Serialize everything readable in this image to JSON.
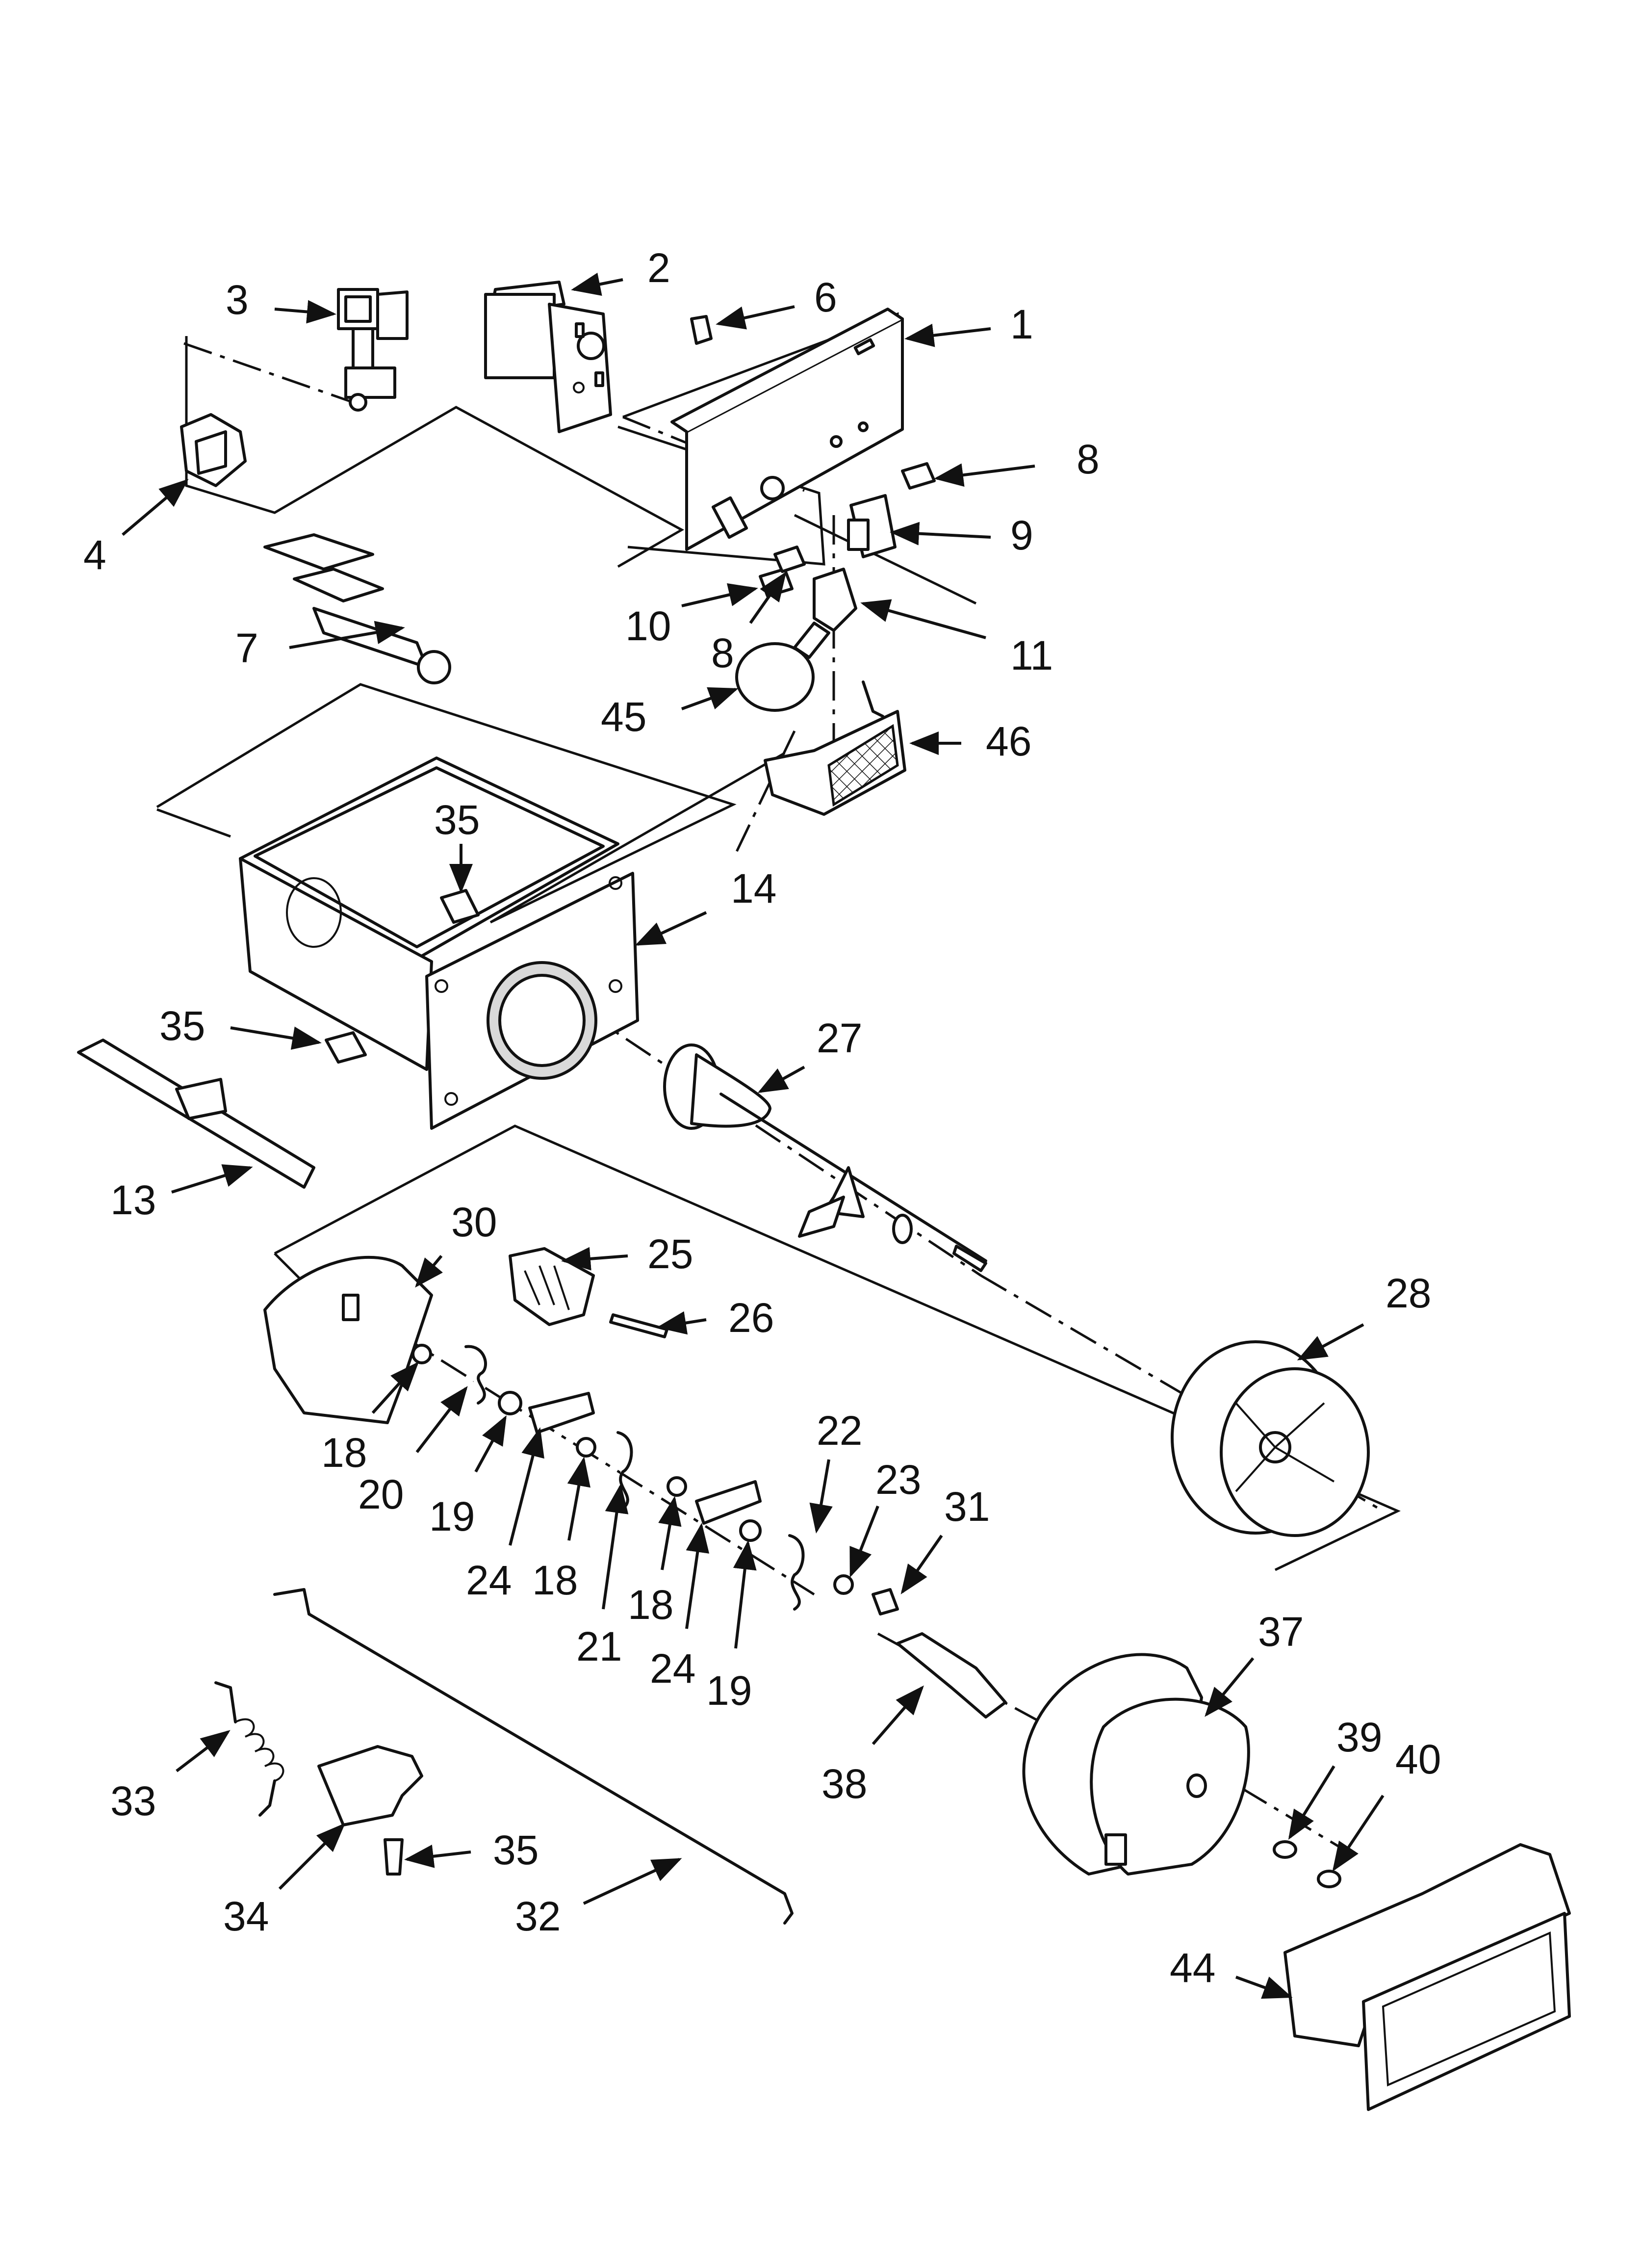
{
  "diagram": {
    "callouts": [
      {
        "id": "c1",
        "label": "1"
      },
      {
        "id": "c2",
        "label": "2"
      },
      {
        "id": "c3",
        "label": "3"
      },
      {
        "id": "c4",
        "label": "4"
      },
      {
        "id": "c6",
        "label": "6"
      },
      {
        "id": "c7",
        "label": "7"
      },
      {
        "id": "c8a",
        "label": "8"
      },
      {
        "id": "c8b",
        "label": "8"
      },
      {
        "id": "c9",
        "label": "9"
      },
      {
        "id": "c10",
        "label": "10"
      },
      {
        "id": "c11",
        "label": "11"
      },
      {
        "id": "c45",
        "label": "45"
      },
      {
        "id": "c46",
        "label": "46"
      },
      {
        "id": "c35a",
        "label": "35"
      },
      {
        "id": "c14",
        "label": "14"
      },
      {
        "id": "c35b",
        "label": "35"
      },
      {
        "id": "c27",
        "label": "27"
      },
      {
        "id": "c13",
        "label": "13"
      },
      {
        "id": "c30",
        "label": "30"
      },
      {
        "id": "c25",
        "label": "25"
      },
      {
        "id": "c26",
        "label": "26"
      },
      {
        "id": "c28",
        "label": "28"
      },
      {
        "id": "c18a",
        "label": "18"
      },
      {
        "id": "c20",
        "label": "20"
      },
      {
        "id": "c19a",
        "label": "19"
      },
      {
        "id": "c24a",
        "label": "24"
      },
      {
        "id": "c18b",
        "label": "18"
      },
      {
        "id": "c21",
        "label": "21"
      },
      {
        "id": "c18c",
        "label": "18"
      },
      {
        "id": "c24b",
        "label": "24"
      },
      {
        "id": "c19b",
        "label": "19"
      },
      {
        "id": "c22",
        "label": "22"
      },
      {
        "id": "c23",
        "label": "23"
      },
      {
        "id": "c31",
        "label": "31"
      },
      {
        "id": "c37",
        "label": "37"
      },
      {
        "id": "c38",
        "label": "38"
      },
      {
        "id": "c39",
        "label": "39"
      },
      {
        "id": "c40",
        "label": "40"
      },
      {
        "id": "c33",
        "label": "33"
      },
      {
        "id": "c34",
        "label": "34"
      },
      {
        "id": "c35c",
        "label": "35"
      },
      {
        "id": "c32",
        "label": "32"
      },
      {
        "id": "c44",
        "label": "44"
      }
    ]
  }
}
